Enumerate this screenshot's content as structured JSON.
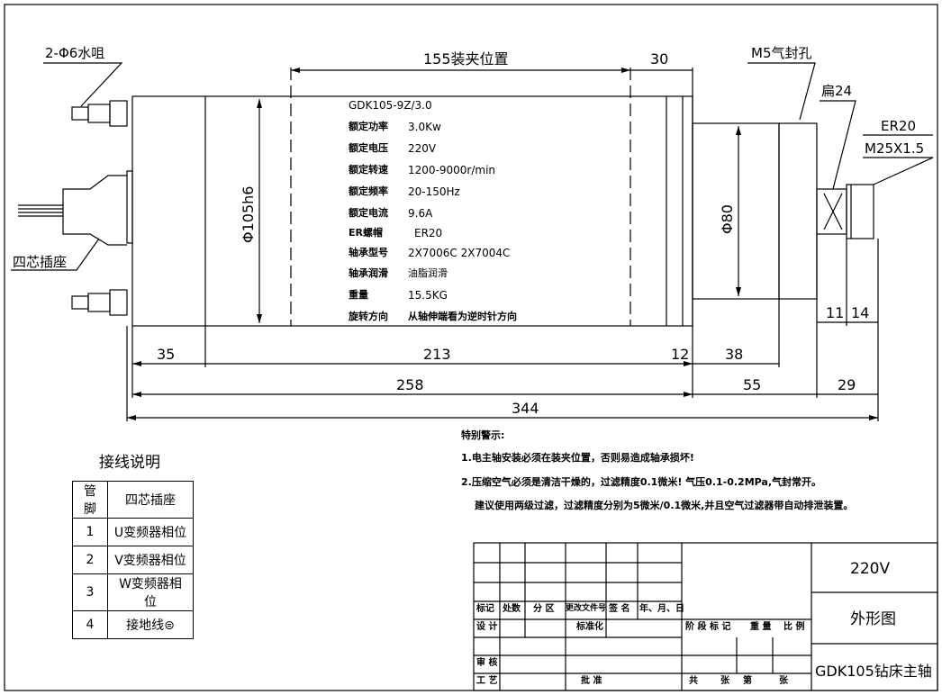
{
  "drawing": {
    "callouts": {
      "water_nozzle": "2-Φ6水咀",
      "four_pin_socket": "四芯插座",
      "air_seal_hole": "M5气封孔",
      "flat": "扁24",
      "collet": "ER20",
      "thread": "M25X1.5"
    },
    "dimensions": {
      "clamp_position": "155装夹位置",
      "d30": "30",
      "body_diameter": "Φ105h6",
      "nose_diameter": "Φ80",
      "d35": "35",
      "d213": "213",
      "d12": "12",
      "d38": "38",
      "d11": "11",
      "d14": "14",
      "d258": "258",
      "d55": "55",
      "d29": "29",
      "d344": "344"
    },
    "specs": {
      "model": "GDK105-9Z/3.0",
      "rows": [
        {
          "label": "额定功率",
          "value": "3.0Kw"
        },
        {
          "label": "额定电压",
          "value": "220V"
        },
        {
          "label": "额定转速",
          "value": "1200-9000r/min"
        },
        {
          "label": "额定频率",
          "value": "20-150Hz"
        },
        {
          "label": "额定电流",
          "value": "9.6A"
        },
        {
          "label": "ER螺帽",
          "value": "ER20"
        },
        {
          "label": "轴承型号",
          "value": "2X7006C 2X7004C"
        },
        {
          "label": "轴承润滑",
          "value": "油脂润滑"
        },
        {
          "label": "重量",
          "value": "15.5KG"
        },
        {
          "label": "旋转方向",
          "value": "从轴伸端看为逆时针方向"
        }
      ]
    }
  },
  "wiring": {
    "title": "接线说明",
    "headers": [
      "管脚",
      "四芯插座"
    ],
    "rows": [
      {
        "pin": "1",
        "desc": "U变频器相位"
      },
      {
        "pin": "2",
        "desc": "V变频器相位"
      },
      {
        "pin": "3",
        "desc": "W变频器相位"
      },
      {
        "pin": "4",
        "desc": "接地线⊜"
      }
    ]
  },
  "notes": {
    "title": "特别警示:",
    "lines": [
      "1.电主轴安装必须在装夹位置，否则易造成轴承损坏!",
      "2.压缩空气必须是清洁干燥的，过滤精度0.1微米! 气压0.1-0.2MPa,气封常开。",
      "建议使用两级过滤，过滤精度分别为5微米/0.1微米,并且空气过滤器带自动排泄装置。"
    ]
  },
  "title_block": {
    "voltage": "220V",
    "drawing_type": "外形图",
    "product": "GDK105钻床主轴",
    "rev_headers": [
      "标记",
      "处数",
      "分 区",
      "更改文件号",
      "签 名",
      "年、月、日"
    ],
    "design": "设 计",
    "standardize": "标准化",
    "stage_mark": "阶 段 标 记",
    "weight": "重 量",
    "scale": "比 例",
    "review": "审 核",
    "process": "工 艺",
    "approve": "批 准",
    "total": "共",
    "sheet1": "张",
    "page": "第",
    "sheet2": "张"
  }
}
